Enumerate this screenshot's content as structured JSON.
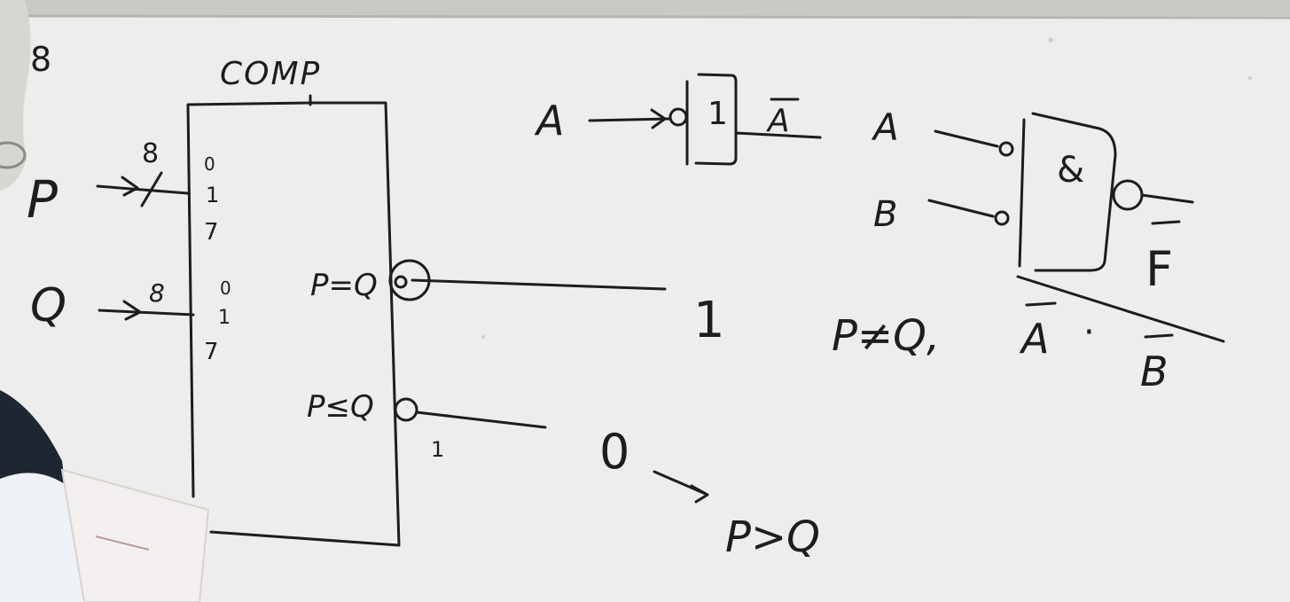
{
  "scene": "whiteboard",
  "corner_number": "8",
  "comparator": {
    "title": "COMP",
    "input_p": {
      "label": "P",
      "bus_width": "8",
      "bits_top": "0",
      "bits_mid": "1",
      "bits_bot": "7"
    },
    "input_q": {
      "label": "Q",
      "bus_width": "8",
      "bits_top": "0",
      "bits_mid": "1",
      "bits_bot": "7"
    },
    "output_eq": {
      "label": "P=Q",
      "level": "1"
    },
    "output_le": {
      "label": "P≤Q",
      "level": "1"
    }
  },
  "not_gate": {
    "input": "A",
    "symbol": "1",
    "output": "A"
  },
  "and_gate": {
    "input_a": "A",
    "input_b": "B",
    "symbol": "&",
    "output": "F"
  },
  "notes": {
    "neq": "P≠Q,",
    "demorgan": [
      "A",
      "·",
      "B"
    ],
    "zero": "0",
    "gt": "P>Q"
  },
  "colors": {
    "board": "#ededeb",
    "ink": "#1d1d1d",
    "frame": "#c9c9c4",
    "paper": "#f3efee",
    "cloth": "#1e2633"
  }
}
